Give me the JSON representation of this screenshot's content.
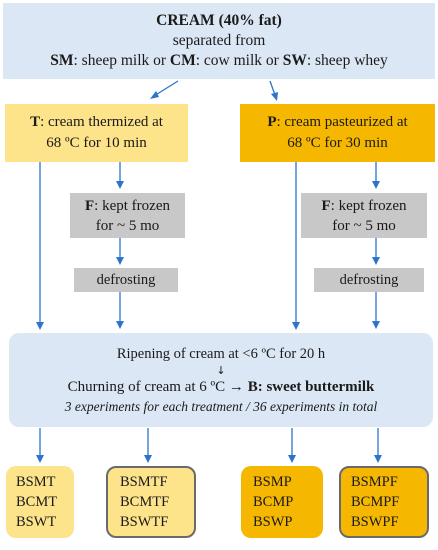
{
  "top": {
    "title": "CREAM (40% fat)",
    "line2": "separated from",
    "sm_abbr": "SM",
    "sm_text": ": sheep milk or ",
    "cm_abbr": "CM",
    "cm_text": ": cow milk or ",
    "sw_abbr": "SW",
    "sw_text": ": sheep whey"
  },
  "thermized": {
    "abbr": "T",
    "line1": ": cream thermized at",
    "line2": "68 ºC for 10 min"
  },
  "pasteurized": {
    "abbr": "P",
    "line1": ": cream pasteurized at",
    "line2": "68 ºC for 30 min"
  },
  "frozen_left": {
    "abbr": "F",
    "line1": ": kept frozen",
    "line2": "for ~ 5 mo"
  },
  "frozen_right": {
    "abbr": "F",
    "line1": ": kept frozen",
    "line2": "for ~ 5 mo"
  },
  "defrost_left": "defrosting",
  "defrost_right": "defrosting",
  "process": {
    "ripening": "Ripening of cream at <6 ºC for 20 h",
    "arrow": "↓",
    "churning": "Churning of cream at 6 ºC → ",
    "buttermilk": "B: sweet buttermilk",
    "experiments": "3 experiments for each treatment / 36 experiments in total"
  },
  "outputs": [
    {
      "lines": [
        "BSMT",
        "BCMT",
        "BSWT"
      ]
    },
    {
      "lines": [
        "BSMTF",
        "BCMTF",
        "BSWTF"
      ]
    },
    {
      "lines": [
        "BSMP",
        "BCMP",
        "BSWP"
      ]
    },
    {
      "lines": [
        "BSMPF",
        "BCMPF",
        "BSWPF"
      ]
    }
  ],
  "colors": {
    "light_blue": "#dce7f5",
    "yellow": "#fde38a",
    "orange": "#f6b700",
    "gray": "#c8c8c8",
    "arrow_blue": "#2e74c9"
  }
}
